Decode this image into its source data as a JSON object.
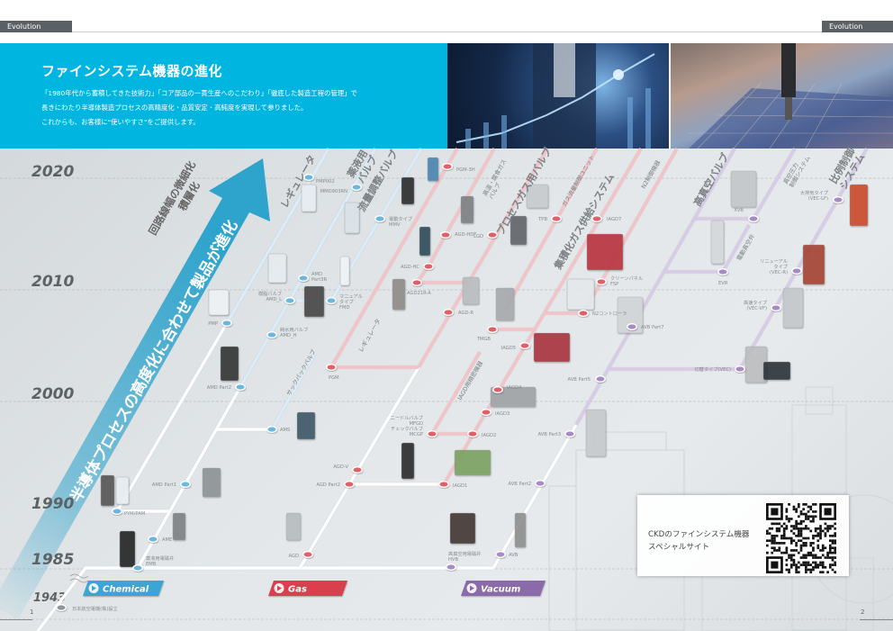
{
  "header": {
    "tag_left": "Evolution",
    "tag_right": "Evolution",
    "title": "ファインシステム機器の進化",
    "lines": [
      "「1980年代から蓄積してきた技術力」「コア部品の一貫生産へのこだわり」「徹底した製造工程の管理」で",
      "長きにわたり半導体製造プロセスの高精度化・品質安定・高純度を実現して参りました。",
      "これからも、お客様に\"使いやすさ\"をご提供します。"
    ]
  },
  "years": [
    "2020",
    "2010",
    "2000",
    "1990",
    "1985",
    "1943"
  ],
  "arrow_text": "半導体プロセスの高度化に合わせて製品が進化",
  "trend_text": [
    "回路線幅の微細化",
    "積層化"
  ],
  "categories": [
    {
      "label": "Chemical",
      "color": "#3aa6d6"
    },
    {
      "label": "Gas",
      "color": "#d8414d"
    },
    {
      "label": "Vacuum",
      "color": "#8a6aa8"
    }
  ],
  "colors": {
    "hero_blue": "#00b6e1",
    "chemical_node": "#6db7de",
    "gas_node": "#e0606b",
    "vacuum_node": "#a78bc4"
  },
  "line_labels": [
    "レギュレータ",
    "薬液用\nバルブ",
    "流量調整バルブ",
    "サックバックバルブ",
    "レギュレータ",
    "高温・腐食ガス\nバルブ",
    "プロセスガス用バルブ",
    "ガス流量制御ユニット",
    "集積化ガス供給システム",
    "N2制御機器",
    "IAGD用精密機器",
    "高真空バルブ",
    "真空圧力\n制御システム",
    "比例制御\nシステム",
    "電動真空弁"
  ],
  "nodes": [
    {
      "label": "日本航空電機(株)設立",
      "group": "chemical"
    },
    {
      "label": "薬液用電磁弁\nEMB",
      "group": "chemical"
    },
    {
      "label": "AME",
      "group": "chemical"
    },
    {
      "label": "PYM/PAM",
      "group": "chemical"
    },
    {
      "label": "AMD Part1",
      "group": "chemical"
    },
    {
      "label": "AMS",
      "group": "chemical"
    },
    {
      "label": "AMD Part2",
      "group": "chemical"
    },
    {
      "label": "純水用バルブ\nAMD_H",
      "group": "chemical"
    },
    {
      "label": "PMP",
      "group": "chemical"
    },
    {
      "label": "樹脂バルブ\nAMD_L",
      "group": "chemical"
    },
    {
      "label": "AMD\nPart3R",
      "group": "chemical"
    },
    {
      "label": "マニュアル\nタイプ\nFMD",
      "group": "chemical"
    },
    {
      "label": "電動タイプ\nMMV",
      "group": "chemical"
    },
    {
      "label": "MMD903RN",
      "group": "chemical"
    },
    {
      "label": "PMP002",
      "group": "chemical"
    },
    {
      "label": "AGD",
      "group": "gas"
    },
    {
      "label": "AGD Part2",
      "group": "gas"
    },
    {
      "label": "AGD-V",
      "group": "gas"
    },
    {
      "label": "PGM",
      "group": "gas"
    },
    {
      "label": "IAGD1",
      "group": "gas"
    },
    {
      "label": "ニードルバルブ\nMFGD\nチェックバルブ\nMCGP",
      "group": "gas"
    },
    {
      "label": "IAGD2",
      "group": "gas"
    },
    {
      "label": "IAGD3",
      "group": "gas"
    },
    {
      "label": "IAGD4",
      "group": "gas"
    },
    {
      "label": "IAGD5",
      "group": "gas"
    },
    {
      "label": "TMGB",
      "group": "gas"
    },
    {
      "label": "AGD-R",
      "group": "gas"
    },
    {
      "label": "AGD21R-A",
      "group": "gas"
    },
    {
      "label": "AGD-HC",
      "group": "gas"
    },
    {
      "label": "AGD-HDF",
      "group": "gas"
    },
    {
      "label": "LGD",
      "group": "gas"
    },
    {
      "label": "PGM-3H",
      "group": "gas"
    },
    {
      "label": "TPB",
      "group": "gas"
    },
    {
      "label": "IAGD7",
      "group": "gas"
    },
    {
      "label": "クリーンパネル\nFSP",
      "group": "gas"
    },
    {
      "label": "N2コントローラ",
      "group": "gas"
    },
    {
      "label": "高真空用電磁弁\nHVB",
      "group": "vacuum"
    },
    {
      "label": "AVB",
      "group": "vacuum"
    },
    {
      "label": "AVB Part2",
      "group": "vacuum"
    },
    {
      "label": "AVB Part3",
      "group": "vacuum"
    },
    {
      "label": "AVB Part5",
      "group": "vacuum"
    },
    {
      "label": "AVB Part7",
      "group": "vacuum"
    },
    {
      "label": "EVR",
      "group": "vacuum"
    },
    {
      "label": "XVB",
      "group": "vacuum"
    },
    {
      "label": "切替タイプ(VEC)",
      "group": "vacuum"
    },
    {
      "label": "高速タイプ\n(VEC-VF)",
      "group": "vacuum"
    },
    {
      "label": "リニューアル\nタイプ\n(VEC-R)",
      "group": "vacuum"
    },
    {
      "label": "大排気タイプ\n(VEC-LF)",
      "group": "vacuum"
    }
  ],
  "qr": {
    "lines": [
      "CKDのファインシステム機器",
      "スペシャルサイト"
    ]
  },
  "page_numbers": [
    "1",
    "2"
  ]
}
